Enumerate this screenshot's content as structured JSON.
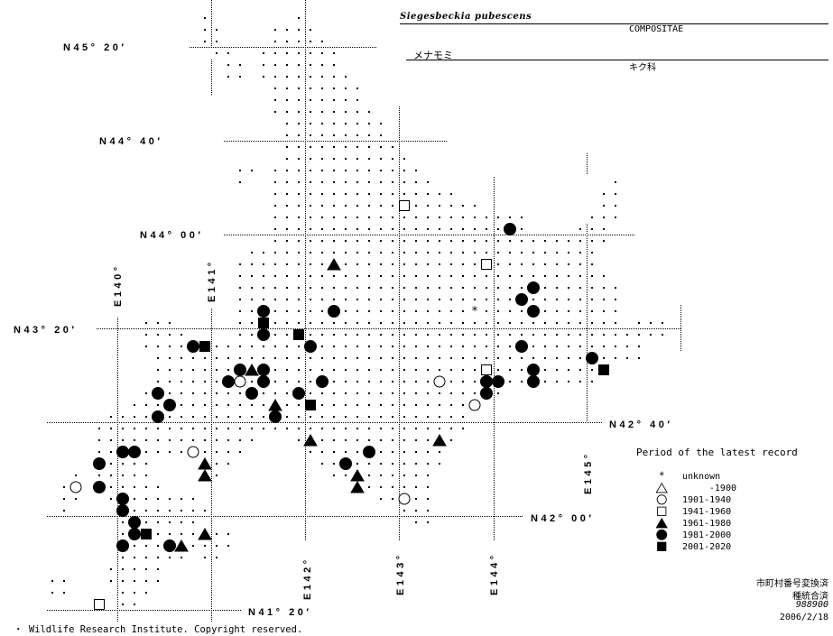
{
  "header": {
    "species": "Siegesbeckia pubescens",
    "family_latin": "COMPOSITAE",
    "japanese_name": "メナモミ",
    "family_japanese": "キク科"
  },
  "latitude_labels": [
    "N45° 20′",
    "N44° 40′",
    "N44° 00′",
    "N43° 20′",
    "N42° 40′",
    "N42° 00′",
    "N41° 20′"
  ],
  "longitude_labels": [
    "E140°",
    "E141°",
    "E142°",
    "E143°",
    "E144°",
    "E145°"
  ],
  "legend": {
    "title": "Period of the latest record",
    "items": [
      {
        "key": "unknown",
        "symbol": "asterisk",
        "label": "unknown"
      },
      {
        "key": "pre1900",
        "symbol": "open-triangle",
        "label": "-1900"
      },
      {
        "key": "p1901",
        "symbol": "open-circle",
        "label": "1901-1940"
      },
      {
        "key": "p1941",
        "symbol": "open-square",
        "label": "1941-1960"
      },
      {
        "key": "p1961",
        "symbol": "filled-triangle",
        "label": "1961-1980"
      },
      {
        "key": "p1981",
        "symbol": "filled-circle",
        "label": "1981-2000"
      },
      {
        "key": "p2001",
        "symbol": "filled-square",
        "label": "2001-2020"
      }
    ]
  },
  "notes": [
    "市町村番号変換済",
    "種統合済",
    "988900",
    "2006/2/18"
  ],
  "copyright": "・ Wildlife Research Institute. Copyright reserved.",
  "map_data": {
    "mesh_rows": [
      [
        0,
        [
          [
            13,
            13
          ],
          [
            21,
            21
          ]
        ]
      ],
      [
        1,
        [
          [
            13,
            14
          ],
          [
            19,
            22
          ]
        ]
      ],
      [
        2,
        [
          [
            13,
            14
          ],
          [
            19,
            23
          ]
        ]
      ],
      [
        3,
        [
          [
            14,
            15
          ],
          [
            18,
            24
          ]
        ]
      ],
      [
        4,
        [
          [
            15,
            16
          ],
          [
            18,
            24
          ]
        ]
      ],
      [
        5,
        [
          [
            15,
            16
          ],
          [
            18,
            25
          ]
        ]
      ],
      [
        6,
        [
          [
            19,
            26
          ]
        ]
      ],
      [
        7,
        [
          [
            19,
            26
          ]
        ]
      ],
      [
        8,
        [
          [
            19,
            27
          ]
        ]
      ],
      [
        9,
        [
          [
            20,
            28
          ]
        ]
      ],
      [
        10,
        [
          [
            20,
            28
          ]
        ]
      ],
      [
        11,
        [
          [
            20,
            29
          ]
        ]
      ],
      [
        12,
        [
          [
            20,
            30
          ]
        ]
      ],
      [
        13,
        [
          [
            16,
            17
          ],
          [
            19,
            31
          ]
        ]
      ],
      [
        14,
        [
          [
            16,
            16
          ],
          [
            19,
            32
          ],
          [
            48,
            48
          ]
        ]
      ],
      [
        15,
        [
          [
            19,
            34
          ],
          [
            47,
            48
          ]
        ]
      ],
      [
        16,
        [
          [
            19,
            36
          ],
          [
            47,
            48
          ]
        ]
      ],
      [
        17,
        [
          [
            19,
            40
          ],
          [
            46,
            48
          ]
        ]
      ],
      [
        18,
        [
          [
            19,
            40
          ],
          [
            45,
            47
          ]
        ]
      ],
      [
        19,
        [
          [
            19,
            47
          ]
        ]
      ],
      [
        20,
        [
          [
            17,
            46
          ]
        ]
      ],
      [
        21,
        [
          [
            16,
            46
          ]
        ]
      ],
      [
        22,
        [
          [
            16,
            47
          ]
        ]
      ],
      [
        23,
        [
          [
            16,
            48
          ]
        ]
      ],
      [
        24,
        [
          [
            16,
            48
          ]
        ]
      ],
      [
        25,
        [
          [
            16,
            48
          ]
        ]
      ],
      [
        26,
        [
          [
            8,
            10
          ],
          [
            16,
            48
          ],
          [
            50,
            52
          ]
        ]
      ],
      [
        27,
        [
          [
            8,
            11
          ],
          [
            16,
            52
          ]
        ]
      ],
      [
        28,
        [
          [
            8,
            50
          ]
        ]
      ],
      [
        29,
        [
          [
            9,
            50
          ]
        ]
      ],
      [
        30,
        [
          [
            9,
            47
          ]
        ]
      ],
      [
        31,
        [
          [
            9,
            46
          ]
        ]
      ],
      [
        32,
        [
          [
            8,
            38
          ]
        ]
      ],
      [
        33,
        [
          [
            7,
            36
          ]
        ]
      ],
      [
        34,
        [
          [
            5,
            35
          ]
        ]
      ],
      [
        35,
        [
          [
            4,
            35
          ]
        ]
      ],
      [
        36,
        [
          [
            4,
            17
          ],
          [
            21,
            34
          ]
        ]
      ],
      [
        37,
        [
          [
            4,
            16
          ],
          [
            22,
            33
          ]
        ]
      ],
      [
        38,
        [
          [
            4,
            8
          ],
          [
            13,
            15
          ],
          [
            23,
            33
          ]
        ]
      ],
      [
        39,
        [
          [
            2,
            2
          ],
          [
            4,
            8
          ],
          [
            13,
            14
          ],
          [
            24,
            32
          ]
        ]
      ],
      [
        40,
        [
          [
            1,
            2
          ],
          [
            4,
            9
          ],
          [
            26,
            32
          ]
        ]
      ],
      [
        41,
        [
          [
            1,
            2
          ],
          [
            5,
            12
          ],
          [
            28,
            32
          ]
        ]
      ],
      [
        42,
        [
          [
            1,
            1
          ],
          [
            6,
            13
          ],
          [
            30,
            32
          ]
        ]
      ],
      [
        43,
        [
          [
            6,
            12
          ],
          [
            31,
            32
          ]
        ]
      ],
      [
        44,
        [
          [
            6,
            15
          ]
        ]
      ],
      [
        45,
        [
          [
            6,
            15
          ]
        ]
      ],
      [
        46,
        [
          [
            6,
            11
          ],
          [
            13,
            14
          ]
        ]
      ],
      [
        47,
        [
          [
            5,
            9
          ]
        ]
      ],
      [
        48,
        [
          [
            0,
            1
          ],
          [
            5,
            9
          ]
        ]
      ],
      [
        49,
        [
          [
            0,
            1
          ],
          [
            6,
            8
          ]
        ]
      ],
      [
        50,
        [
          [
            4,
            4
          ],
          [
            6,
            7
          ]
        ]
      ]
    ],
    "records": [
      [
        "p1941",
        30,
        16
      ],
      [
        "p1981",
        39,
        18
      ],
      [
        "p1961",
        24,
        21
      ],
      [
        "p1941",
        37,
        21
      ],
      [
        "p1981",
        41,
        23
      ],
      [
        "p1981",
        40,
        24
      ],
      [
        "p1981",
        18,
        25
      ],
      [
        "p1981",
        24,
        25
      ],
      [
        "p1981",
        41,
        25
      ],
      [
        "unknown",
        36,
        25
      ],
      [
        "p2001",
        18,
        26
      ],
      [
        "p1981",
        18,
        27
      ],
      [
        "p2001",
        21,
        27
      ],
      [
        "p1981",
        12,
        28
      ],
      [
        "p2001",
        13,
        28
      ],
      [
        "p1981",
        22,
        28
      ],
      [
        "p1981",
        40,
        28
      ],
      [
        "p1981",
        46,
        29
      ],
      [
        "p1981",
        16,
        30
      ],
      [
        "p1961",
        17,
        30
      ],
      [
        "p1981",
        18,
        30
      ],
      [
        "p1941",
        37,
        30
      ],
      [
        "p1981",
        41,
        30
      ],
      [
        "p2001",
        47,
        30
      ],
      [
        "p1981",
        15,
        31
      ],
      [
        "p1901",
        16,
        31
      ],
      [
        "p1981",
        18,
        31
      ],
      [
        "p1981",
        23,
        31
      ],
      [
        "p1901",
        33,
        31
      ],
      [
        "p1981",
        37,
        31
      ],
      [
        "p1981",
        38,
        31
      ],
      [
        "p1981",
        41,
        31
      ],
      [
        "p1981",
        9,
        32
      ],
      [
        "p1981",
        17,
        32
      ],
      [
        "p1981",
        21,
        32
      ],
      [
        "p1981",
        37,
        32
      ],
      [
        "p1981",
        10,
        33
      ],
      [
        "p1961",
        19,
        33
      ],
      [
        "p2001",
        22,
        33
      ],
      [
        "p1901",
        36,
        33
      ],
      [
        "p1981",
        9,
        34
      ],
      [
        "p1981",
        19,
        34
      ],
      [
        "p1961",
        22,
        36
      ],
      [
        "p1961",
        33,
        36
      ],
      [
        "p1981",
        6,
        37
      ],
      [
        "p1981",
        7,
        37
      ],
      [
        "p1901",
        12,
        37
      ],
      [
        "p1981",
        27,
        37
      ],
      [
        "p1981",
        4,
        38
      ],
      [
        "p1961",
        13,
        38
      ],
      [
        "p1981",
        25,
        38
      ],
      [
        "p1961",
        13,
        39
      ],
      [
        "p1961",
        26,
        39
      ],
      [
        "p1901",
        2,
        40
      ],
      [
        "p1981",
        4,
        40
      ],
      [
        "p1961",
        26,
        40
      ],
      [
        "p1981",
        6,
        41
      ],
      [
        "p1901",
        30,
        41
      ],
      [
        "p1981",
        6,
        42
      ],
      [
        "p1981",
        7,
        43
      ],
      [
        "p1981",
        7,
        44
      ],
      [
        "p2001",
        8,
        44
      ],
      [
        "p1961",
        13,
        44
      ],
      [
        "p1981",
        6,
        45
      ],
      [
        "p1981",
        10,
        45
      ],
      [
        "p1961",
        11,
        45
      ],
      [
        "p1941",
        4,
        50
      ]
    ]
  }
}
